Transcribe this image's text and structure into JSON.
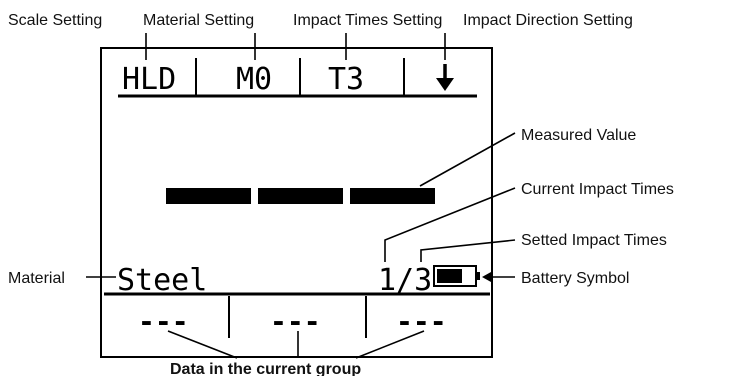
{
  "callouts": {
    "scale_setting": "Scale Setting",
    "material_setting": "Material Setting",
    "impact_times_setting": "Impact Times Setting",
    "impact_direction_setting": "Impact Direction Setting",
    "measured_value": "Measured Value",
    "current_impact_times": "Current Impact Times",
    "setted_impact_times": "Setted Impact Times",
    "battery_symbol": "Battery Symbol",
    "material": "Material",
    "group_data": "Data in the current group"
  },
  "display": {
    "scale": "HLD",
    "material_code": "M0",
    "impact_times": "T3",
    "direction_glyph": "↓",
    "material_name": "Steel",
    "impact_counter": "1/3",
    "group_values": [
      "---",
      "---",
      "---"
    ]
  },
  "icons": {
    "direction": "arrow-down-icon",
    "battery": "battery-icon"
  },
  "colors": {
    "ink": "#000000",
    "background": "#ffffff"
  }
}
